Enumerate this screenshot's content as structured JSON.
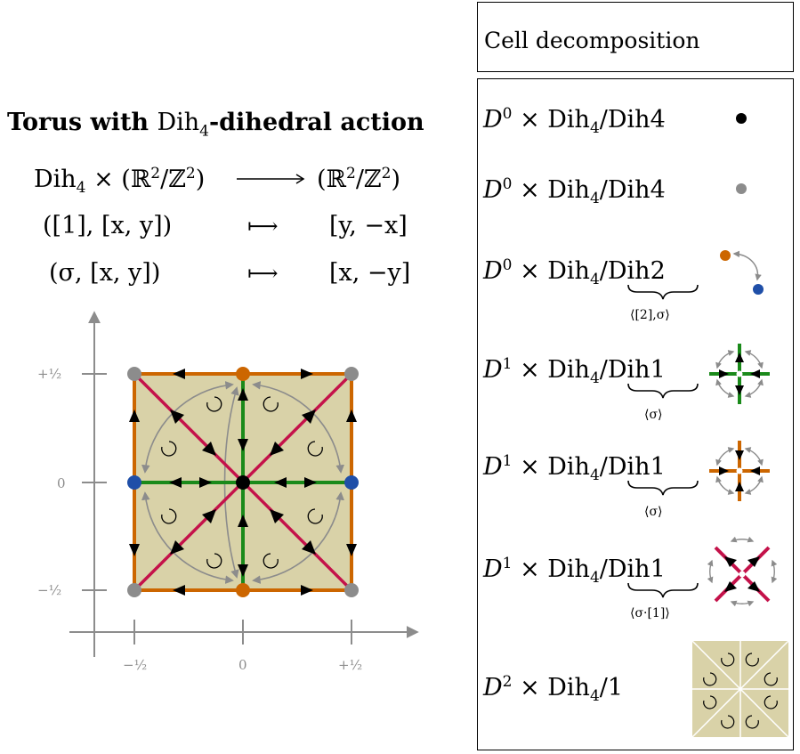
{
  "title": {
    "prefix": "Torus with ",
    "group": "Dih",
    "sub": "4",
    "suffix": "-dihedral action"
  },
  "action_map": {
    "row1": {
      "left": "Dih4 × (ℝ2/ℤ2)",
      "arrow": "⟶",
      "right": "(ℝ2/ℤ2)"
    },
    "row2": {
      "left": "([1], [x, y])",
      "arrow": "⟼",
      "right": "[y, −x]"
    },
    "row3": {
      "left": "(σ, [x, y])",
      "arrow": "⟼",
      "right": "[x, −y]"
    }
  },
  "axes": {
    "x_ticks": [
      "−½",
      "0",
      "+½"
    ],
    "y_ticks": [
      "+½",
      "0",
      "−½"
    ]
  },
  "panel": {
    "header": "Cell decomposition",
    "cells": [
      {
        "dim": "0",
        "quotient": "Dih4",
        "subgroup_note": "",
        "marker": "black-vertex"
      },
      {
        "dim": "0",
        "quotient": "Dih4",
        "subgroup_note": "",
        "marker": "gray-vertex"
      },
      {
        "dim": "0",
        "quotient": "Dih2",
        "subgroup_note": "⟨[2],σ⟩",
        "marker": "orange-blue-vertex-pair"
      },
      {
        "dim": "1",
        "quotient": "Dih1",
        "subgroup_note": "⟨σ⟩",
        "marker": "green-edge-cross"
      },
      {
        "dim": "1",
        "quotient": "Dih1",
        "subgroup_note": "⟨σ⟩",
        "marker": "orange-edge-cross"
      },
      {
        "dim": "1",
        "quotient": "Dih1",
        "subgroup_note": "⟨σ·[1]⟩",
        "marker": "crimson-diagonal-cross"
      },
      {
        "dim": "2",
        "quotient": "1",
        "subgroup_note": "",
        "marker": "face-tile"
      }
    ]
  },
  "colors": {
    "face": "#d9d2a8",
    "orange": "#cc6600",
    "green": "#1a8a1a",
    "crimson": "#c4124a",
    "blue": "#1f4fa8",
    "gray": "#8c8c8c",
    "black": "#000000"
  }
}
